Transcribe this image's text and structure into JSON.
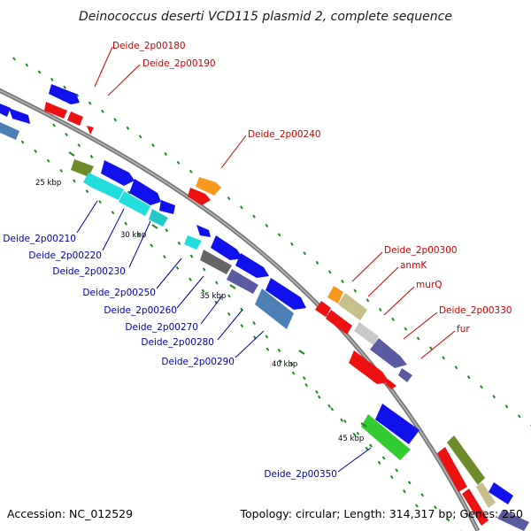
{
  "title": "Deinococcus deserti VCD115 plasmid 2, complete sequence",
  "footer": {
    "accession": "Accession: NC_012529",
    "summary": "Topology: circular; Length: 314,317 bp; Genes: 250"
  },
  "colors": {
    "forward_labels": "#cc0000",
    "reverse_labels": "#0000aa",
    "backbone": "#888888",
    "gc_dots": "#1f8a1f",
    "blue": "#1111ee",
    "red": "#ee1111",
    "cyan": "#22dddd",
    "steel": "#4c7fb6",
    "olive": "#6e8b2a",
    "orange": "#f59a1f",
    "khaki": "#c8c08c",
    "grey": "#9a9a9a",
    "dark_grey": "#666666",
    "slate": "#5a5aa0",
    "green": "#33cc33"
  },
  "ticks": [
    {
      "label": "25 kbp"
    },
    {
      "label": "30 kbp"
    },
    {
      "label": "35 kbp"
    },
    {
      "label": "40 kbp"
    },
    {
      "label": "45 kbp"
    }
  ],
  "forward_labels": [
    {
      "text": "Deide_2p00180"
    },
    {
      "text": "Deide_2p00190"
    },
    {
      "text": "Deide_2p00240"
    },
    {
      "text": "Deide_2p00300"
    },
    {
      "text": "anmK"
    },
    {
      "text": "murQ"
    },
    {
      "text": "Deide_2p00330"
    },
    {
      "text": "fur"
    }
  ],
  "reverse_labels": [
    {
      "text": "Deide_2p00210"
    },
    {
      "text": "Deide_2p00220"
    },
    {
      "text": "Deide_2p00230"
    },
    {
      "text": "Deide_2p00250"
    },
    {
      "text": "Deide_2p00260"
    },
    {
      "text": "Deide_2p00270"
    },
    {
      "text": "Deide_2p00280"
    },
    {
      "text": "Deide_2p00290"
    },
    {
      "text": "Deide_2p00350"
    }
  ]
}
